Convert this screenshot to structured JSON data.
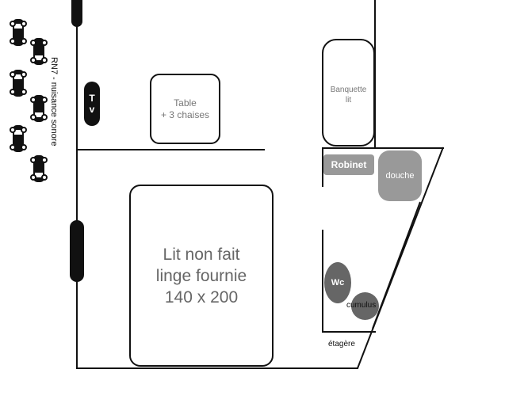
{
  "road_label": "RN7 - nuisance sonore",
  "tv_label": [
    "T",
    "v"
  ],
  "table_label": [
    "Table",
    "+ 3 chaises"
  ],
  "banquette_label": [
    "Banquette",
    "lit"
  ],
  "bed_label": [
    "Lit non fait",
    "linge fournie",
    "140 x 200"
  ],
  "robinet_label": "Robinet",
  "douche_label": "douche",
  "wc_label": "Wc",
  "cumulus_label": "cumulus",
  "etagere_label": "étagère",
  "colors": {
    "walls": "#111111",
    "furniture_text": "#777777",
    "fixture_gray": "#999999",
    "fixture_dark": "#666666",
    "cars": "#111111"
  },
  "icons": [
    "car-icon"
  ]
}
